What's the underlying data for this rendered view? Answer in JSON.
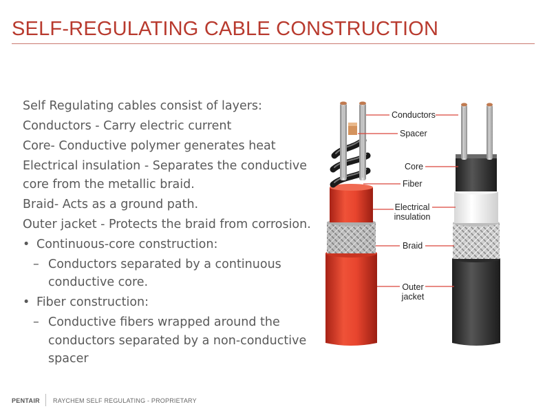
{
  "slide": {
    "title": "SELF-REGULATING CABLE CONSTRUCTION",
    "lines": [
      "Self Regulating cables consist of layers:",
      "Conductors - Carry electric current",
      "Core- Conductive polymer generates heat",
      "Electrical insulation - Separates the conductive core from the metallic braid.",
      "Braid-  Acts as a ground path.",
      "Outer jacket - Protects the braid from corrosion."
    ],
    "bullets": [
      {
        "text": "Continuous-core construction:",
        "sub": "Conductors separated by a continuous conductive core."
      },
      {
        "text": "Fiber construction:",
        "sub": "Conductive fibers wrapped around the conductors separated by a non-conductive spacer"
      }
    ]
  },
  "diagram": {
    "labels": {
      "conductors": "Conductors",
      "spacer": "Spacer",
      "core": "Core",
      "fiber": "Fiber",
      "insulation_1": "Electrical",
      "insulation_2": "insulation",
      "braid": "Braid",
      "jacket_1": "Outer",
      "jacket_2": "jacket"
    },
    "colors": {
      "outer_jacket_red": "#e8452e",
      "outer_jacket_gray": "#3a3a3a",
      "copper": "#c07a50",
      "leader_line": "#d9443a",
      "title": "#b83a2e"
    }
  },
  "footer": {
    "brand": "PENTAIR",
    "text": "RAYCHEM SELF REGULATING - PROPRIETARY"
  }
}
